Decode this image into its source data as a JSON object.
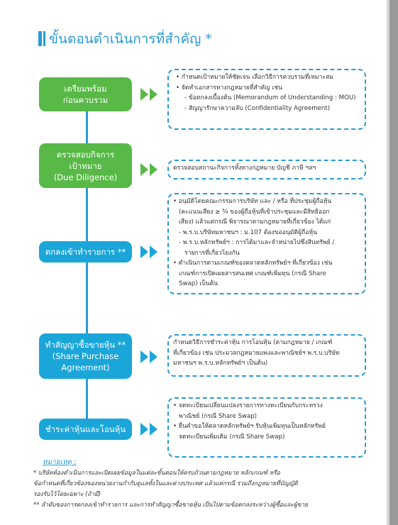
{
  "title": "ขั้นตอนดำเนินการที่สำคัญ *",
  "steps": [
    {
      "lines": [
        "เตรียมพร้อม",
        "ก่อนควบรวม"
      ]
    },
    {
      "lines": [
        "ตรวจสอบกิจการ",
        "เป้าหมาย",
        "(Due Diligence)"
      ]
    },
    {
      "lines": [
        "ตกลงเข้าทำรายการ **"
      ]
    },
    {
      "lines": [
        "ทำสัญญาซื้อขายหุ้น **",
        "(Share Purchase",
        "Agreement)"
      ]
    },
    {
      "lines": [
        "ชำระค่าหุ้นและโอนหุ้น"
      ]
    }
  ],
  "details": [
    [
      "• กำหนดเป้าหมายให้ชัดเจน เลือกวิธีการควบรวมที่เหมาะสม",
      "• จัดทำเอกสารทางกฎหมายที่สำคัญ เช่น",
      "- ข้อตกลงเบื้องต้น (Memorandum of Understanding : MOU)",
      "- สัญญารักษาความลับ (Confidentiality Agreement)"
    ],
    [
      "ตรวจสอบสถานะกิจการทั้งทางกฎหมาย บัญชี ภาษี ฯลฯ"
    ],
    [
      "• อนุมัติโดยคณะกรรมการบริษัท และ / หรือ ที่ประชุมผู้ถือหุ้น",
      "(คะแนนเสียง ≥ ¾ ของผู้ถือหุ้นที่เข้าประชุมและมีสิทธิออก",
      "เสียง) แล้วแต่กรณี พิจารณาตามกฎหมายที่เกี่ยวข้อง ได้แก่",
      "- พ.ร.บ.บริษัทมหาชนฯ : ม.107 ต้องขออนุมัติผู้ถือหุ้น",
      "- พ.ร.บ.หลักทรัพย์ฯ : การได้มาและจำหน่ายไปซึ่งสินทรัพย์ /",
      "รายการที่เกี่ยวโยงกัน",
      "• ดำเนินการตามเกณฑ์ของตลาดหลักทรัพย์ฯ ที่เกี่ยวข้อง เช่น",
      "เกณฑ์การเปิดเผยสารสนเทศ เกณฑ์เพิ่มทุน (กรณี Share",
      "Swap) เป็นต้น"
    ],
    [
      "กำหนดวิธีการชำระค่าหุ้น การโอนหุ้น (ตามกฎหมาย / เกณฑ์",
      "ที่เกี่ยวข้อง เช่น ประมวลกฎหมายแพ่งและพาณิชย์ฯ พ.ร.บ.บริษัท",
      "มหาชนฯ พ.ร.บ.หลักทรัพย์ฯ เป็นต้น)"
    ],
    [
      "• จดทะเบียนเปลี่ยนแปลงรายการทางทะเบียนกับกระทรวง",
      "พาณิชย์ (กรณี Share Swap)",
      "• ยื่นคำขอให้ตลาดหลักทรัพย์ฯ รับหุ้นเพิ่มทุนเป็นหลักทรัพย์",
      "จดทะเบียนเพิ่มเติม (กรณี Share Swap)"
    ]
  ],
  "notes": {
    "title": "หมายเหตุ :",
    "lines": [
      "* บริษัทต้องดำเนินการและเปิดเผยข้อมูลในแต่ละขั้นตอนให้ครบถ้วนตามกฎหมาย หลักเกณฑ์ หรือ",
      "ข้อกำหนดที่เกี่ยวข้องของหน่วยงานกำกับดูแลทั้งในและต่างประเทศ แล้วแต่กรณี รวมถึงกฎหมายที่บัญญัติ",
      "รองรับไว้โดยเฉพาะ (ถ้ามี)",
      "** ลำดับของการตกลงเข้าทำรายการ และการทำสัญญาซื้อขายหุ้น เป็นไปตามข้อตกลงระหว่างผู้ซื้อและผู้ขาย"
    ]
  },
  "colors": {
    "accent": "#2a9bd4",
    "green": "#58b947",
    "blue": "#1aa6d9"
  },
  "icons": [
    "double-arrow-icon"
  ]
}
